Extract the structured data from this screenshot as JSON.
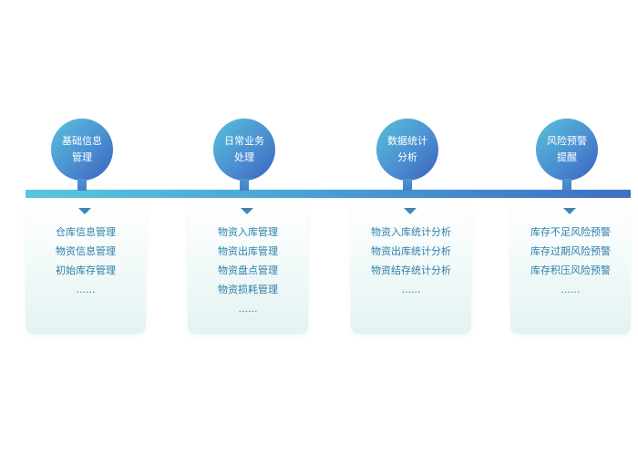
{
  "columns": [
    {
      "title_lines": [
        "基础信息",
        "管理"
      ],
      "items": [
        "仓库信息管理",
        "物资信息管理",
        "初始库存管理",
        "......"
      ]
    },
    {
      "title_lines": [
        "日常业务",
        "处理"
      ],
      "items": [
        "物资入库管理",
        "物资出库管理",
        "物资盘点管理",
        "物资损耗管理",
        "......"
      ]
    },
    {
      "title_lines": [
        "数据统计",
        "分析"
      ],
      "items": [
        "物资入库统计分析",
        "物资出库统计分析",
        "物资结存统计分析",
        "......"
      ]
    },
    {
      "title_lines": [
        "风险预警",
        "提醒"
      ],
      "items": [
        "库存不足风险预警",
        "库存过期风险预警",
        "库存积压风险预警",
        "......"
      ]
    }
  ],
  "colors": {
    "circle_start": "#58c1da",
    "circle_end": "#3c62bf",
    "item_text": "#2f7fa8",
    "arrow": "#3f86b3"
  }
}
